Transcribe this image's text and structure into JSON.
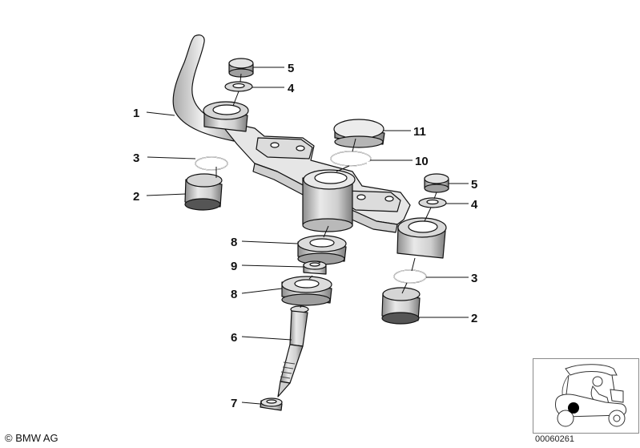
{
  "diagram": {
    "callouts": [
      {
        "id": "c1",
        "text": "1"
      },
      {
        "id": "c5a",
        "text": "5"
      },
      {
        "id": "c4a",
        "text": "4"
      },
      {
        "id": "c11",
        "text": "11"
      },
      {
        "id": "c3a",
        "text": "3"
      },
      {
        "id": "c10",
        "text": "10"
      },
      {
        "id": "c2a",
        "text": "2"
      },
      {
        "id": "c5b",
        "text": "5"
      },
      {
        "id": "c4b",
        "text": "4"
      },
      {
        "id": "c8a",
        "text": "8"
      },
      {
        "id": "c9",
        "text": "9"
      },
      {
        "id": "c3b",
        "text": "3"
      },
      {
        "id": "c8b",
        "text": "8"
      },
      {
        "id": "c2b",
        "text": "2"
      },
      {
        "id": "c6",
        "text": "6"
      },
      {
        "id": "c7",
        "text": "7"
      }
    ]
  },
  "footer": {
    "copyright": "© BMW AG",
    "document_number": "00060261"
  },
  "colors": {
    "line": "#111111",
    "shade": "#c8c8c8",
    "shade_dark": "#9a9a9a",
    "marker": "#000000"
  }
}
